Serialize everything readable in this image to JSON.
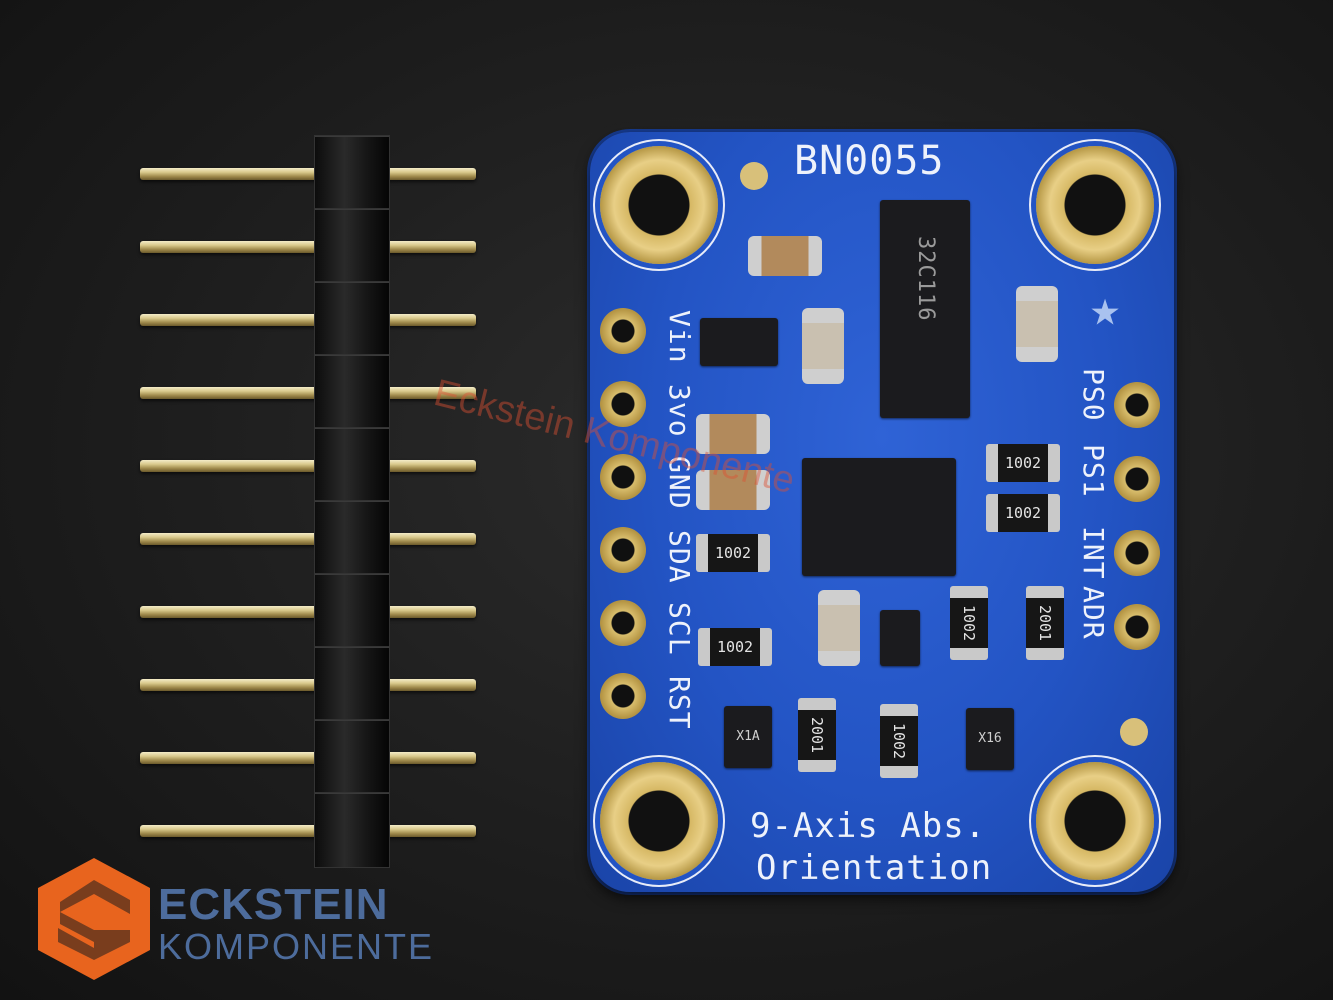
{
  "photo": {
    "subject": "BNO055 9-axis absolute orientation sensor breakout board with header pins",
    "board": {
      "title": "BN0055",
      "subtitle_line1": "9-Axis Abs.",
      "subtitle_line2": "Orientation",
      "chip_marking": "32C116",
      "left_pins": [
        "Vin",
        "3vo",
        "GND",
        "SDA",
        "SCL",
        "RST"
      ],
      "right_pins": [
        "PS0",
        "PS1",
        "INT",
        "ADR"
      ],
      "resistor_marking": "1002",
      "resistor_marking_alt": "2001",
      "small_ic_marking_1": "X1A",
      "small_ic_marking_2": "X16",
      "colors": {
        "pcb": "#2354c4",
        "silkscreen": "#eef2fb",
        "gold": "#d6b864"
      }
    },
    "header_pin_count": 10
  },
  "branding": {
    "logo_title": "ECKSTEIN",
    "logo_subtitle": "KOMPONENTE",
    "watermark": "Eckstein Komponente",
    "colors": {
      "logo_orange": "#e8641e",
      "logo_text": "#4d6c9c"
    }
  }
}
